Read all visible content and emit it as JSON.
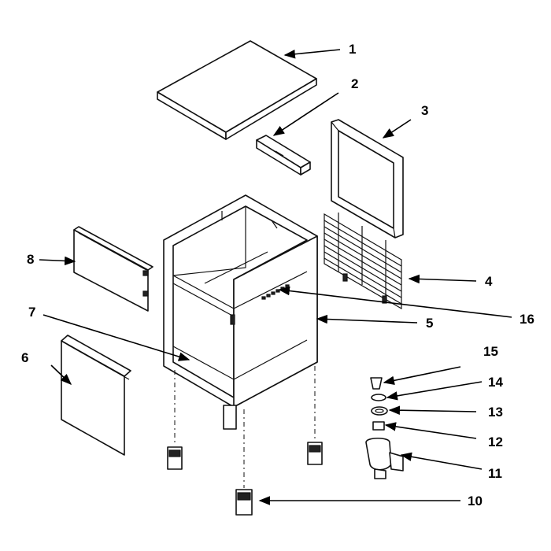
{
  "figure": {
    "callouts": {
      "c1": "1",
      "c2": "2",
      "c3": "3",
      "c4": "4",
      "c5": "5",
      "c6": "6",
      "c7": "7",
      "c8": "8",
      "c10": "10",
      "c11": "11",
      "c12": "12",
      "c13": "13",
      "c14": "14",
      "c15": "15",
      "c16": "16"
    }
  }
}
